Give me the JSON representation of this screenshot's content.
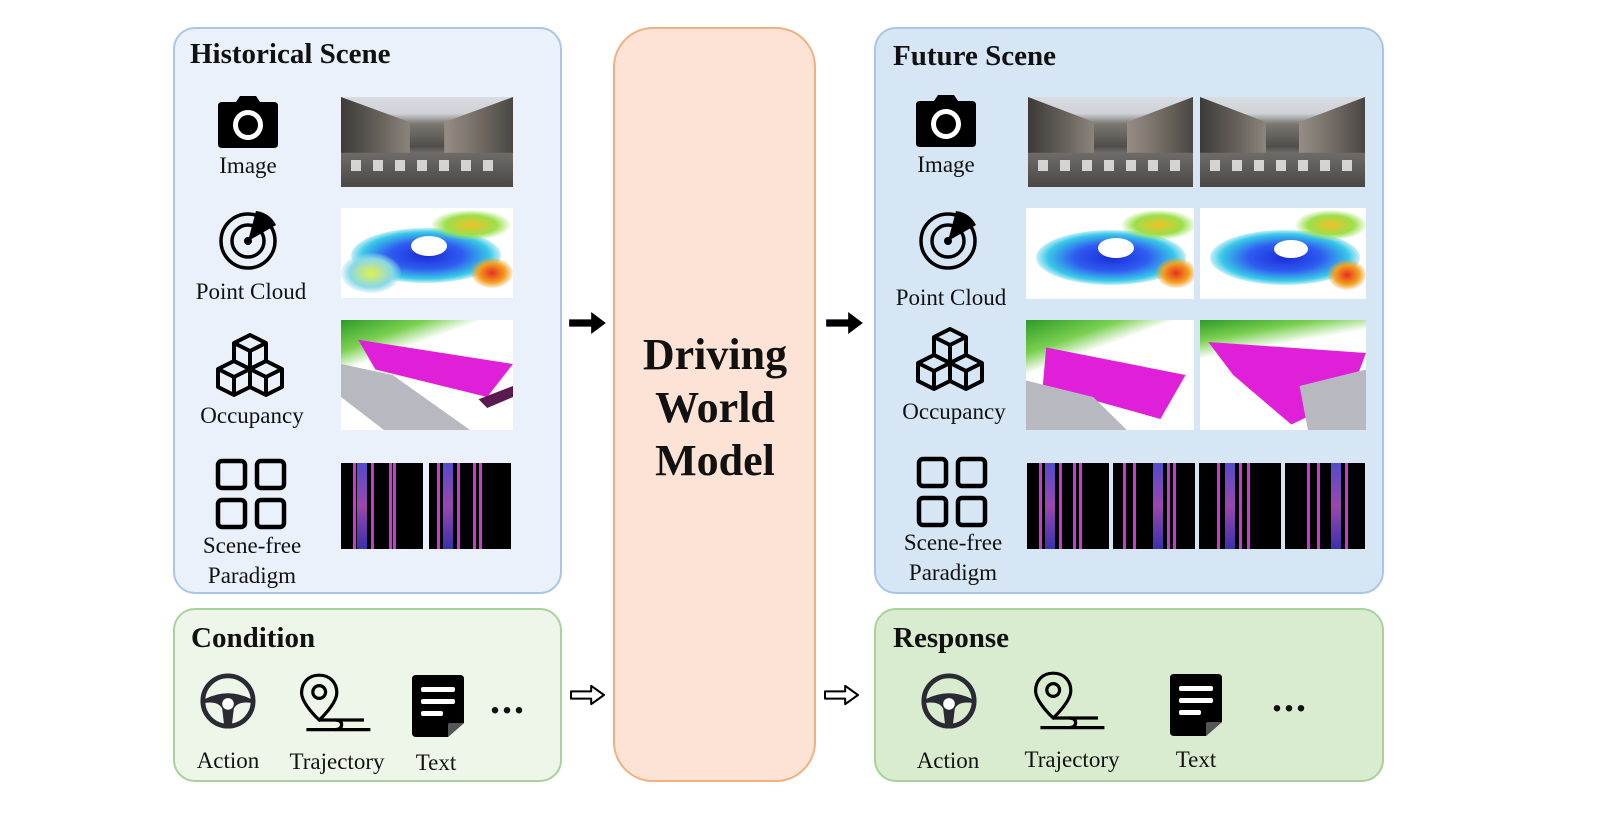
{
  "historical": {
    "title": "Historical Scene",
    "items": [
      {
        "label": "Image",
        "icon": "camera-icon"
      },
      {
        "label": "Point Cloud",
        "icon": "radar-icon"
      },
      {
        "label": "Occupancy",
        "icon": "cubes-icon"
      },
      {
        "label": "Scene-free Paradigm",
        "label_line1": "Scene-free",
        "label_line2": "Paradigm",
        "icon": "grid-icon"
      }
    ]
  },
  "future": {
    "title": "Future Scene",
    "items": [
      {
        "label": "Image",
        "icon": "camera-icon"
      },
      {
        "label": "Point Cloud",
        "icon": "radar-icon"
      },
      {
        "label": "Occupancy",
        "icon": "cubes-icon"
      },
      {
        "label": "Scene-free Paradigm",
        "label_line1": "Scene-free",
        "label_line2": "Paradigm",
        "icon": "grid-icon"
      }
    ]
  },
  "condition": {
    "title": "Condition",
    "items": [
      {
        "label": "Action",
        "icon": "steering-wheel-icon"
      },
      {
        "label": "Trajectory",
        "icon": "location-route-icon"
      },
      {
        "label": "Text",
        "icon": "document-icon"
      }
    ],
    "more": "..."
  },
  "response": {
    "title": "Response",
    "items": [
      {
        "label": "Action",
        "icon": "steering-wheel-icon"
      },
      {
        "label": "Trajectory",
        "icon": "location-route-icon"
      },
      {
        "label": "Text",
        "icon": "document-icon"
      }
    ],
    "more": "..."
  },
  "center": {
    "line1": "Driving",
    "line2": "World",
    "line3": "Model"
  },
  "colors": {
    "scene_bg": "#eaf1fa",
    "future_bg": "#d6e6f5",
    "scene_border": "#a9c6e6",
    "condition_bg": "#eef6ea",
    "response_bg": "#d9ecd0",
    "green_border": "#a7d39a",
    "model_bg": "#fde3d6",
    "model_border": "#f0b080"
  }
}
